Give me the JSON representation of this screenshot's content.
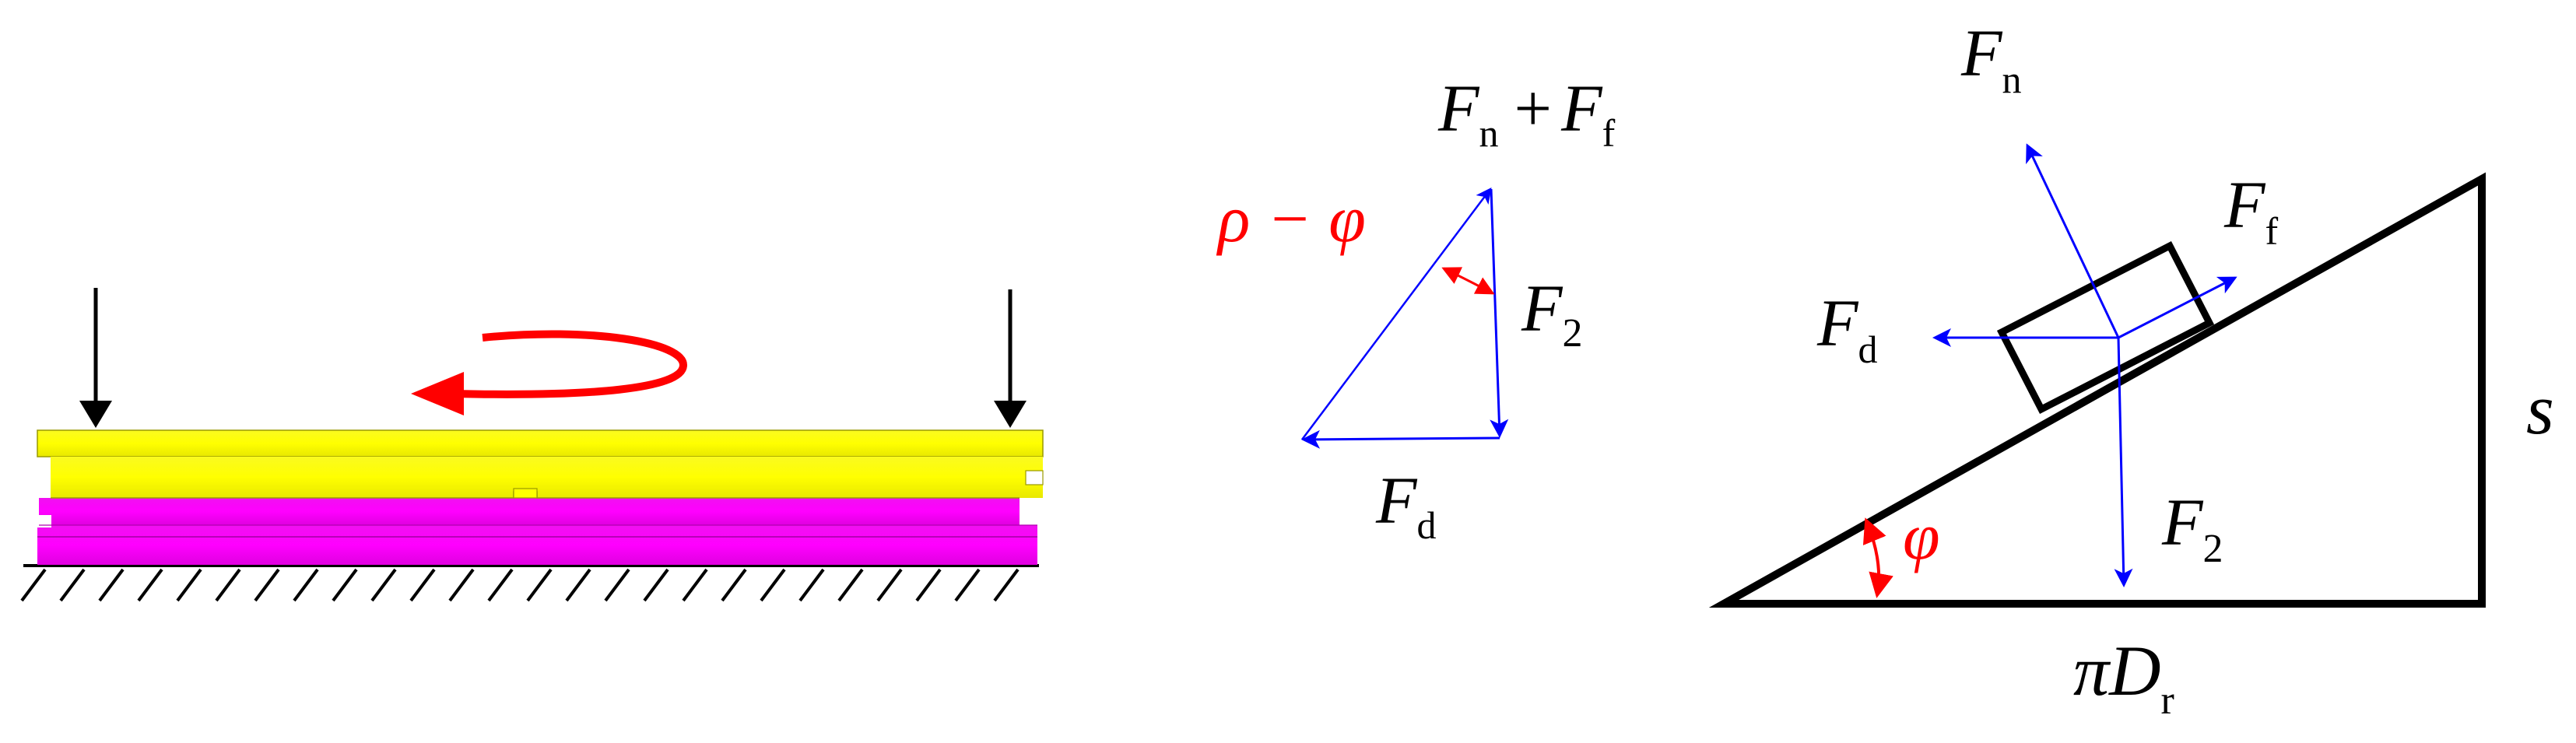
{
  "colors": {
    "upper_plate": "#ffff00",
    "lower_plate": "#ff00ff",
    "vector": "#0000ff",
    "rotation_arrow": "#ff0000",
    "angle_marker": "#ff0000",
    "outline": "#000000"
  },
  "icons": {
    "load_arrow": "down-arrow",
    "rotation": "u-turn-arrow",
    "ground": "hatched-ground"
  },
  "vector_triangle": {
    "top_label": {
      "main1": "F",
      "sub1": "n",
      "plus": "+",
      "main2": "F",
      "sub2": "f"
    },
    "side_label": {
      "main": "F",
      "sub": "2"
    },
    "bottom_label": {
      "main": "F",
      "sub": "d"
    },
    "angle_label": "ρ − φ"
  },
  "incline": {
    "normal": {
      "main": "F",
      "sub": "n"
    },
    "friction": {
      "main": "F",
      "sub": "f"
    },
    "drive": {
      "main": "F",
      "sub": "d"
    },
    "load": {
      "main": "F",
      "sub": "2"
    },
    "height": "s",
    "base": {
      "main": "πD",
      "sub": "r"
    },
    "angle": "φ"
  }
}
